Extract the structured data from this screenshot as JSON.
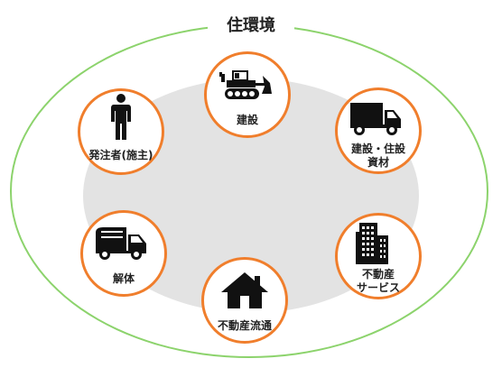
{
  "diagram": {
    "title": "住環境",
    "colors": {
      "outer_ring": "#8cd36c",
      "inner_fill": "#e3e3e3",
      "node_border": "#f07e2c",
      "icon": "#111111"
    },
    "nodes": [
      {
        "id": "construction",
        "label": "建設",
        "icon": "bulldozer-icon"
      },
      {
        "id": "materials",
        "label": "建設・住設\n資材",
        "icon": "truck-icon"
      },
      {
        "id": "realestate-services",
        "label": "不動産\nサービス",
        "icon": "building-icon"
      },
      {
        "id": "realestate-distribution",
        "label": "不動産流通",
        "icon": "house-icon"
      },
      {
        "id": "demolition",
        "label": "解体",
        "icon": "garbage-truck-icon"
      },
      {
        "id": "client",
        "label": "発注者(施主)",
        "icon": "person-icon"
      }
    ]
  }
}
